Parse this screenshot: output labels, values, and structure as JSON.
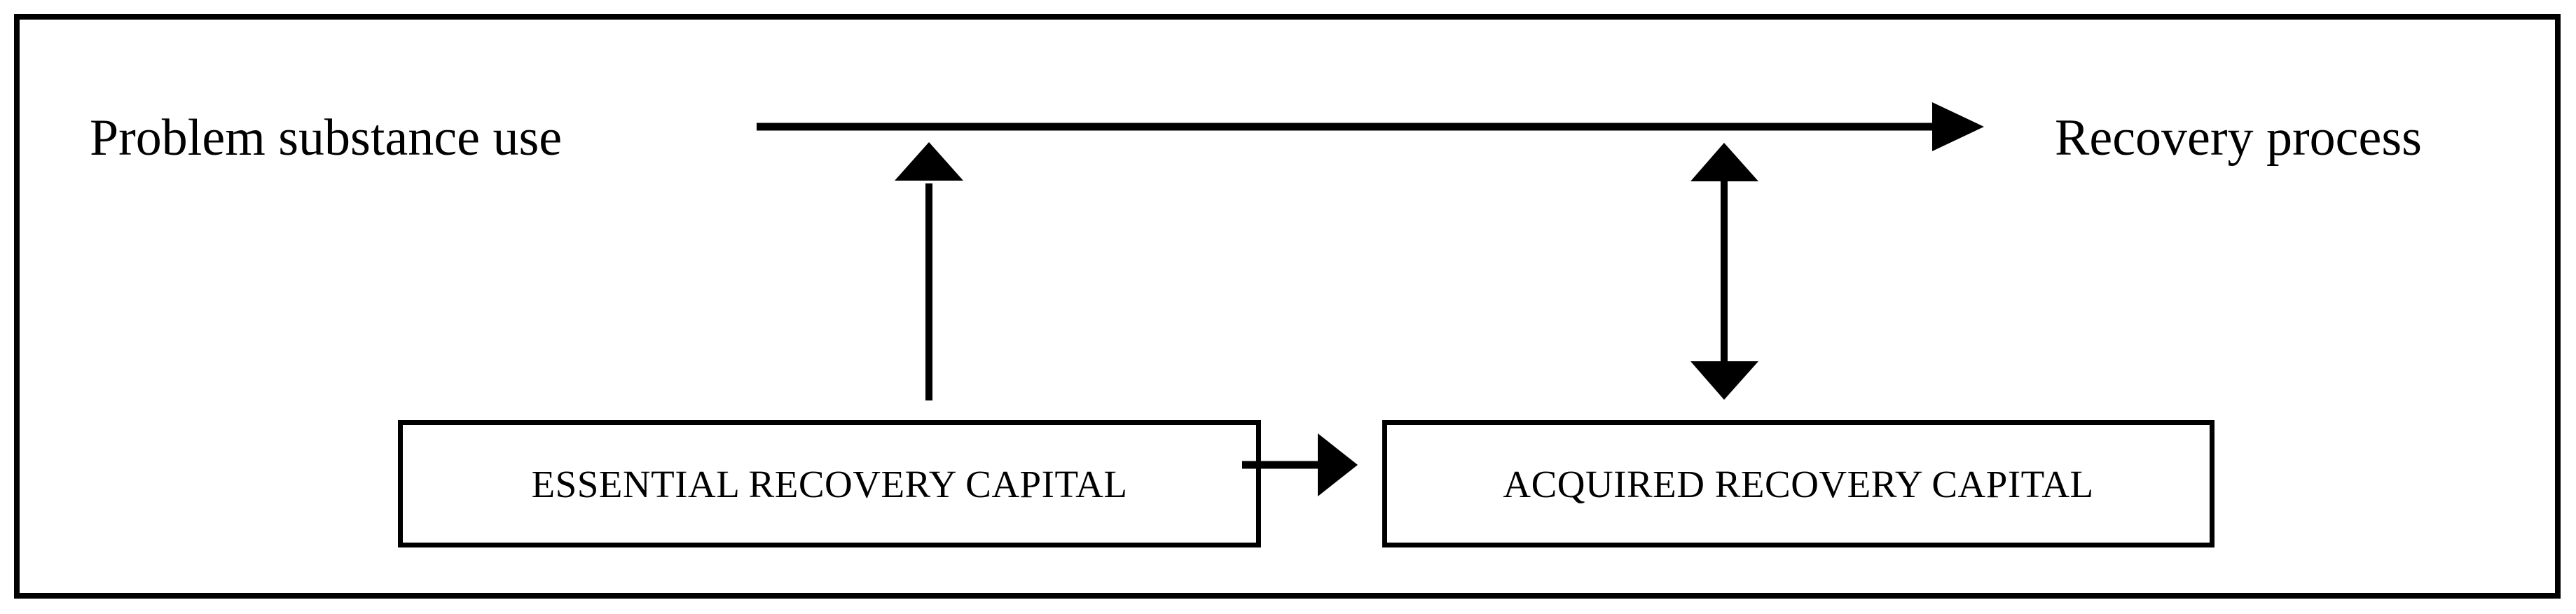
{
  "figure": {
    "type": "flow-diagram",
    "background_color": "#ffffff",
    "line_color": "#000000",
    "border_color": "#000000",
    "nodes": {
      "problem_substance_use": "Problem substance use",
      "recovery_process": "Recovery process",
      "essential_recovery_capital": "ESSENTIAL RECOVERY CAPITAL",
      "acquired_recovery_capital": "ACQUIRED RECOVERY CAPITAL"
    },
    "edges": [
      {
        "name": "problem-to-recovery-arrow",
        "from": "Problem substance use",
        "to": "Recovery process",
        "style": "single-headed",
        "direction": "right"
      },
      {
        "name": "essential-to-process-arrow",
        "from": "ESSENTIAL RECOVERY CAPITAL",
        "to": "recovery process line",
        "style": "single-headed",
        "direction": "up"
      },
      {
        "name": "acquired-to-process-arrow",
        "from": "ACQUIRED RECOVERY CAPITAL",
        "to": "recovery process line",
        "style": "double-headed",
        "direction": "up-down"
      },
      {
        "name": "essential-to-acquired-arrow",
        "from": "ESSENTIAL RECOVERY CAPITAL",
        "to": "ACQUIRED RECOVERY CAPITAL",
        "style": "single-headed",
        "direction": "right"
      }
    ]
  }
}
